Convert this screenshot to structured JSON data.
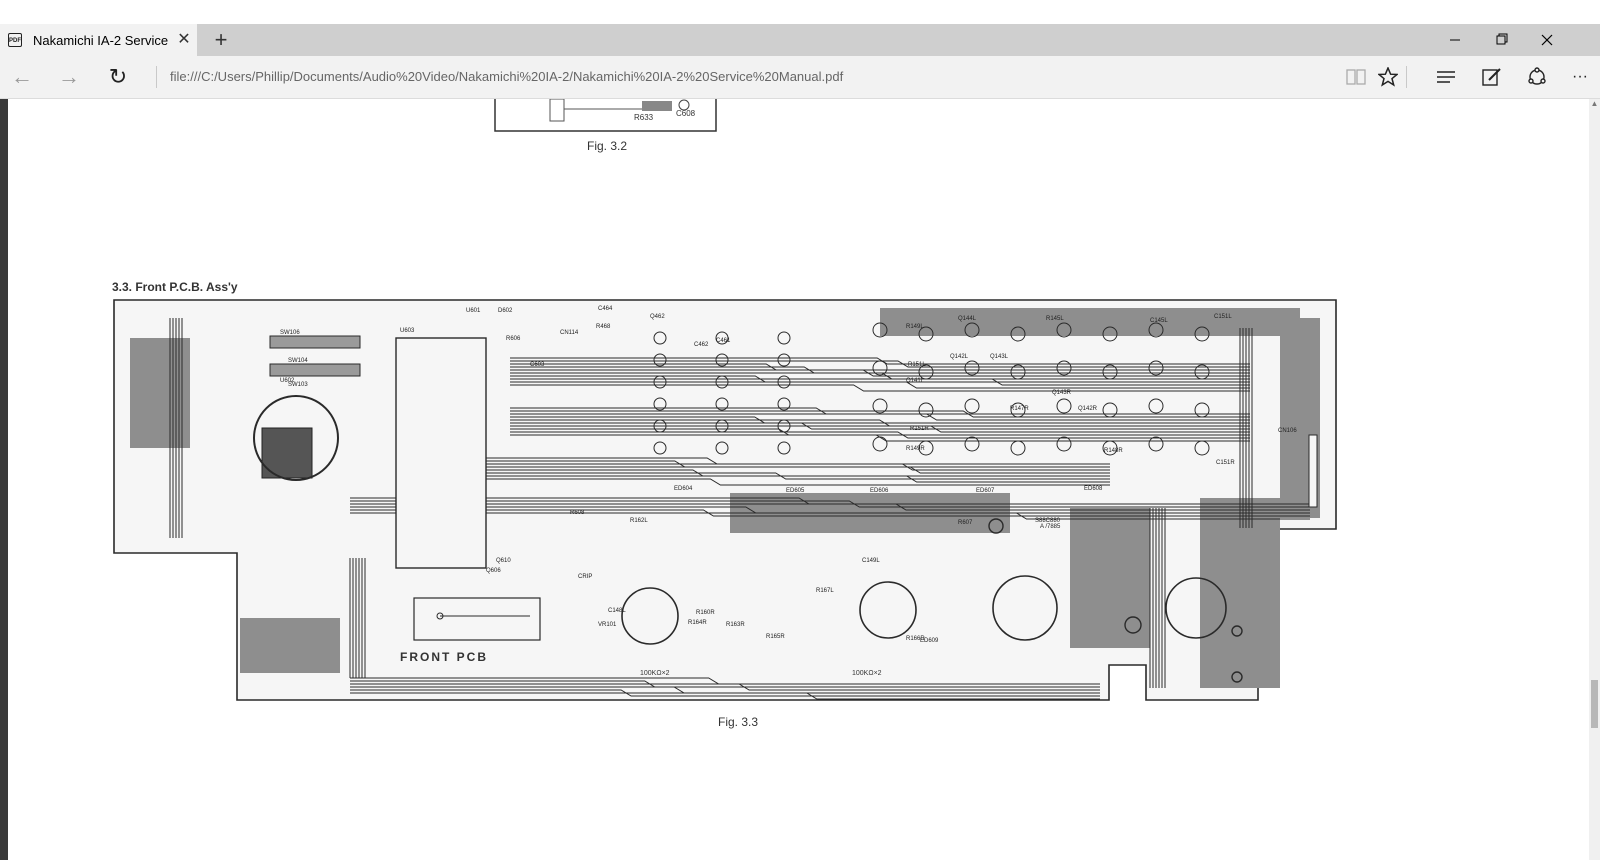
{
  "tab": {
    "favicon_text": "PDF",
    "title": "Nakamichi IA-2 Service",
    "close_glyph": "✕",
    "new_tab_glyph": "+"
  },
  "window": {
    "minimize_glyph": "—",
    "restore_glyph": "❐",
    "close_glyph": "✕"
  },
  "nav": {
    "back_glyph": "←",
    "forward_glyph": "→",
    "refresh_glyph": "↻",
    "address": "file:///C:/Users/Phillip/Documents/Audio%20Video/Nakamichi%20IA-2/Nakamichi%20IA-2%20Service%20Manual.pdf"
  },
  "toolbar": {
    "reading_view_icon": "book-icon",
    "favorite_icon": "star-icon",
    "hub_icon": "hub-icon",
    "web_note_icon": "pen-note-icon",
    "share_icon": "share-icon",
    "more_glyph": "···"
  },
  "document": {
    "fig_top_labels": [
      "R633",
      "C608"
    ],
    "fig_3_2_caption": "Fig. 3.2",
    "section_heading": "3.3. Front P.C.B. Ass'y",
    "board_label": "FRONT PCB",
    "fig_3_3_caption": "Fig. 3.3",
    "pcb_labels": [
      "C464",
      "Q462",
      "CN114",
      "R468",
      "C461",
      "C462",
      "R149L",
      "Q144L",
      "R145L",
      "C145L",
      "C151L",
      "Q142L",
      "Q143L",
      "Q141L",
      "R151L",
      "R151R",
      "R147R",
      "Q142R",
      "Q143R",
      "R149R",
      "R148R",
      "C151R",
      "CN106",
      "ED604",
      "ED605",
      "ED606",
      "ED607",
      "ED608",
      "SW104",
      "SW103",
      "SW106",
      "U602",
      "U603",
      "U601",
      "D602",
      "R606",
      "C603",
      "R607",
      "CRIP",
      "Q606",
      "Q610",
      "R608",
      "R162L",
      "C148L",
      "VR101",
      "R160R",
      "R164R",
      "R163R",
      "R165R",
      "R167L",
      "C149L",
      "R166R",
      "ED609",
      "S88C880",
      "A /7885"
    ],
    "pcb_bottom_labels": [
      "100KΩ×2",
      "100KΩ×2"
    ]
  },
  "colors": {
    "tabstrip": "#cfcfcf",
    "active_tab": "#f2f2f2",
    "navbar": "#f2f2f2",
    "pcb_trace": "#2a2a2a",
    "pcb_fill": "#8a8a8a"
  }
}
